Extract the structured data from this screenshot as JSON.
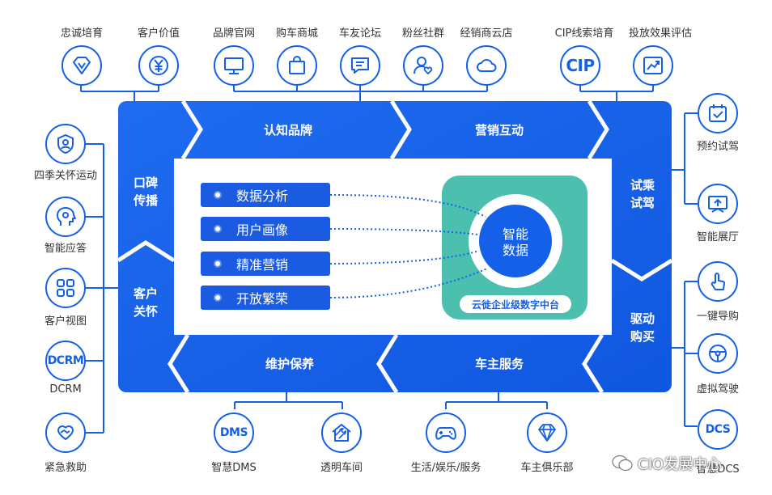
{
  "colors": {
    "primary": "#1560e8",
    "frame": "#1560e8",
    "green": "#4dbfae",
    "pill": "#1a5be2"
  },
  "top_items": [
    {
      "label": "忠诚培育",
      "icon": "diamond-heart-icon"
    },
    {
      "label": "客户价值",
      "icon": "yen-coin-icon"
    },
    {
      "label": "品牌官网",
      "icon": "monitor-icon"
    },
    {
      "label": "购车商城",
      "icon": "shopping-bag-icon"
    },
    {
      "label": "车友论坛",
      "icon": "chat-bubble-icon"
    },
    {
      "label": "粉丝社群",
      "icon": "user-heart-icon"
    },
    {
      "label": "经销商云店",
      "icon": "cloud-icon"
    },
    {
      "label": "CIP线索培育",
      "icon": "cip-text-icon",
      "badge": "CIP"
    },
    {
      "label": "投放效果评估",
      "icon": "trend-chart-icon"
    }
  ],
  "left_items": [
    {
      "label": "四季关怀运动",
      "icon": "user-shield-icon"
    },
    {
      "label": "智能应答",
      "icon": "ai-head-icon"
    },
    {
      "label": "客户视图",
      "icon": "grid-icon"
    },
    {
      "label": "DCRM",
      "icon": "dcrm-text-icon",
      "badge": "DCRM"
    },
    {
      "label": "紧急救助",
      "icon": "handshake-heart-icon"
    }
  ],
  "right_items": [
    {
      "label": "预约试驾",
      "icon": "calendar-check-icon"
    },
    {
      "label": "智能展厅",
      "icon": "showroom-icon"
    },
    {
      "label": "一键导购",
      "icon": "tap-hand-icon"
    },
    {
      "label": "虚拟驾驶",
      "icon": "steering-wheel-icon"
    },
    {
      "label": "智慧DCS",
      "icon": "dcs-text-icon",
      "badge": "DCS"
    }
  ],
  "bottom_items": [
    {
      "label": "智慧DMS",
      "icon": "dms-text-icon",
      "badge": "DMS"
    },
    {
      "label": "透明车间",
      "icon": "house-wrench-icon"
    },
    {
      "label": "生活/娱乐/服务",
      "icon": "gamepad-icon"
    },
    {
      "label": "车主俱乐部",
      "icon": "gem-icon"
    }
  ],
  "stages": {
    "awareness": "认知品牌",
    "marketing": "营销互动",
    "test_drive": "试乘\n试驾",
    "purchase": "驱动\n购买",
    "owner_service": "车主服务",
    "maintenance": "维护保养",
    "care": "客户\n关怀",
    "word_of_mouth": "口碑\n传播"
  },
  "core": {
    "features": [
      "数据分析",
      "用户画像",
      "精准营销",
      "开放繁荣"
    ],
    "center": "智能\n数据",
    "platform": "云徙企业级数字中台"
  },
  "watermark": "CIO发展中心"
}
